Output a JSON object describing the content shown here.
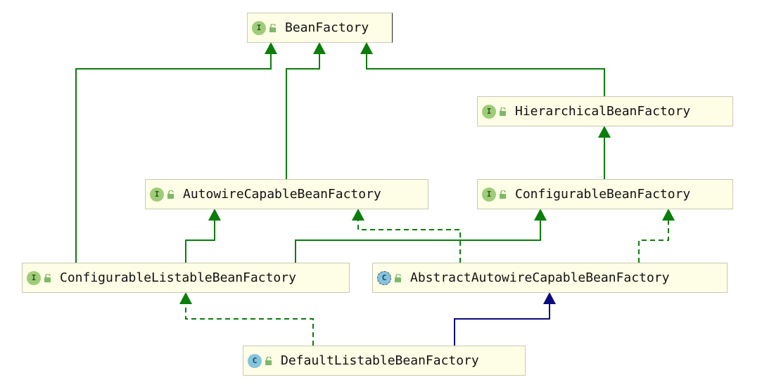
{
  "nodes": [
    {
      "id": "bf",
      "label": "BeanFactory",
      "kind": "interface",
      "badge": "I",
      "icon": "interface-icon"
    },
    {
      "id": "hbf",
      "label": "HierarchicalBeanFactory",
      "kind": "interface",
      "badge": "I",
      "icon": "interface-icon"
    },
    {
      "id": "acbf",
      "label": "AutowireCapableBeanFactory",
      "kind": "interface",
      "badge": "I",
      "icon": "interface-icon"
    },
    {
      "id": "cbf",
      "label": "ConfigurableBeanFactory",
      "kind": "interface",
      "badge": "I",
      "icon": "interface-icon"
    },
    {
      "id": "clbf",
      "label": "ConfigurableListableBeanFactory",
      "kind": "interface",
      "badge": "I",
      "icon": "interface-icon"
    },
    {
      "id": "aacbf",
      "label": "AbstractAutowireCapableBeanFactory",
      "kind": "abstract-class",
      "badge": "C",
      "icon": "abstract-class-icon"
    },
    {
      "id": "dlbf",
      "label": "DefaultListableBeanFactory",
      "kind": "class",
      "badge": "C",
      "icon": "class-icon"
    }
  ],
  "edges": [
    {
      "from": "hbf",
      "to": "bf",
      "type": "extends-interface"
    },
    {
      "from": "acbf",
      "to": "bf",
      "type": "extends-interface"
    },
    {
      "from": "clbf",
      "to": "bf",
      "type": "extends-interface"
    },
    {
      "from": "cbf",
      "to": "hbf",
      "type": "extends-interface"
    },
    {
      "from": "clbf",
      "to": "acbf",
      "type": "extends-interface"
    },
    {
      "from": "clbf",
      "to": "cbf",
      "type": "extends-interface"
    },
    {
      "from": "aacbf",
      "to": "acbf",
      "type": "implements"
    },
    {
      "from": "aacbf",
      "to": "cbf",
      "type": "implements"
    },
    {
      "from": "dlbf",
      "to": "clbf",
      "type": "implements"
    },
    {
      "from": "dlbf",
      "to": "aacbf",
      "type": "extends-class"
    }
  ],
  "colors": {
    "extends-interface": "#0a7d0a",
    "implements": "#0a7d0a",
    "extends-class": "#0a0a80",
    "node_fill": "#fefee6",
    "interface_badge": "#9fcc79",
    "class_badge": "#86c3df",
    "access_icon": "#7fb86a"
  }
}
